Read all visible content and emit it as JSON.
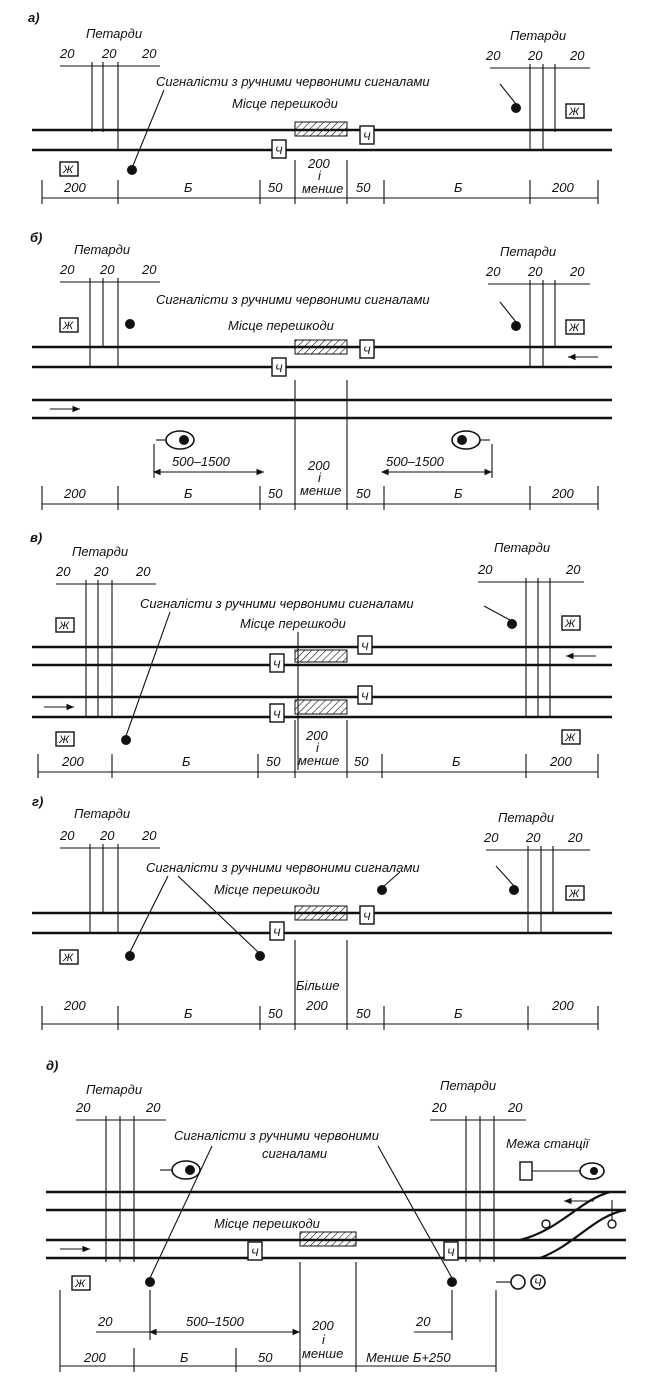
{
  "diagram": {
    "a": {
      "letter": "а)",
      "petardy_left": "Петарди",
      "petardy_right": "Петарди",
      "spacing": "20",
      "signalists": "Сигналісти з ручними червоними сигналами",
      "obstacle": "Місце перешкоди",
      "signal_stop": "Ж",
      "signal_slow": "Ч",
      "d200": "200",
      "dB": "Б",
      "d50": "50",
      "mid_line1": "200",
      "mid_line2": "і",
      "mid_line3": "менше"
    },
    "b": {
      "letter": "б)",
      "petardy_left": "Петарди",
      "petardy_right": "Петарди",
      "spacing": "20",
      "signalists": "Сигналісти з ручними червоними сигналами",
      "obstacle": "Місце перешкоди",
      "signal_stop": "Ж",
      "signal_slow": "Ч",
      "range": "500–1500",
      "d200": "200",
      "dB": "Б",
      "d50": "50",
      "mid_line1": "200",
      "mid_line2": "і",
      "mid_line3": "менше"
    },
    "c": {
      "letter": "в)",
      "petardy_left": "Петарди",
      "petardy_right": "Петарди",
      "spacing": "20",
      "signalists": "Сигналісти з ручними червоними сигналами",
      "obstacle": "Місце перешкоди",
      "signal_stop": "Ж",
      "signal_slow": "Ч",
      "d200": "200",
      "dB": "Б",
      "d50": "50",
      "mid_line1": "200",
      "mid_line2": "і",
      "mid_line3": "менше"
    },
    "d": {
      "letter": "г)",
      "petardy_left": "Петарди",
      "petardy_right": "Петарди",
      "spacing": "20",
      "signalists": "Сигналісти з ручними червоними сигналами",
      "obstacle": "Місце перешкоди",
      "signal_stop": "Ж",
      "signal_slow": "Ч",
      "d200": "200",
      "dB": "Б",
      "d50": "50",
      "more_label": "Більше",
      "mid": "200"
    },
    "e": {
      "letter": "д)",
      "petardy_left": "Петарди",
      "petardy_right": "Петарди",
      "spacing": "20",
      "signalists_line1": "Сигналісти з ручними червоними",
      "signalists_line2": "сигналами",
      "obstacle": "Місце перешкоди",
      "station_limit": "Межа станції",
      "signal_stop": "Ж",
      "signal_slow": "Ч",
      "range": "500–1500",
      "d200": "200",
      "dB": "Б",
      "d50": "50",
      "d20": "20",
      "mid_line1": "200",
      "mid_line2": "і",
      "mid_line3": "менше",
      "less_label": "Менше Б+250"
    }
  }
}
